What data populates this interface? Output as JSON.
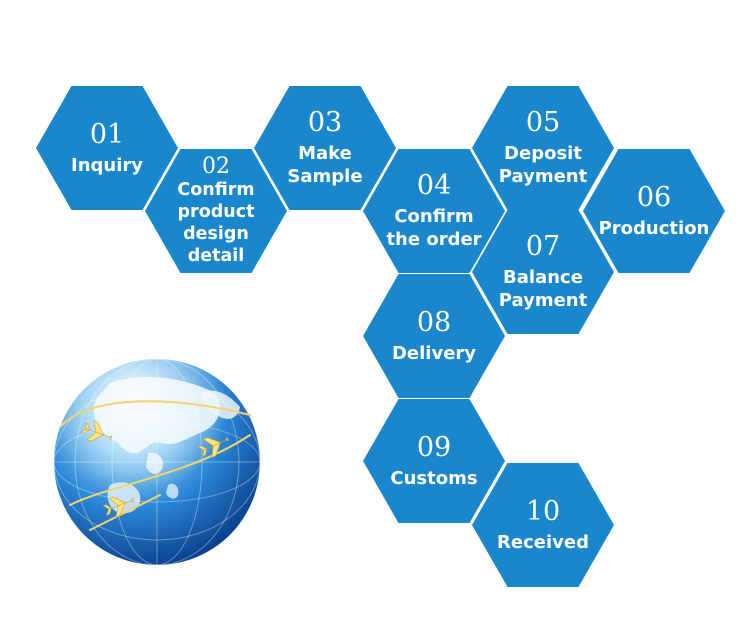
{
  "steps": [
    {
      "num": "01",
      "label": "Inquiry"
    },
    {
      "num": "02",
      "label": "Confirm\nproduct\ndesign\ndetail"
    },
    {
      "num": "03",
      "label": "Make\nSample"
    },
    {
      "num": "04",
      "label": "Confirm\nthe order"
    },
    {
      "num": "05",
      "label": "Deposit\nPayment"
    },
    {
      "num": "06",
      "label": "Production"
    },
    {
      "num": "07",
      "label": "Balance\nPayment"
    },
    {
      "num": "08",
      "label": "Delivery"
    },
    {
      "num": "09",
      "label": "Customs"
    },
    {
      "num": "10",
      "label": "Received"
    }
  ],
  "colors": {
    "hex_fill": "#1a87cd",
    "text": "#ffffff",
    "globe_light": "#8fd0f5",
    "globe_dark": "#0a3f8c"
  },
  "icons": {
    "globe": "globe-icon",
    "airplane": "airplane-icon"
  }
}
